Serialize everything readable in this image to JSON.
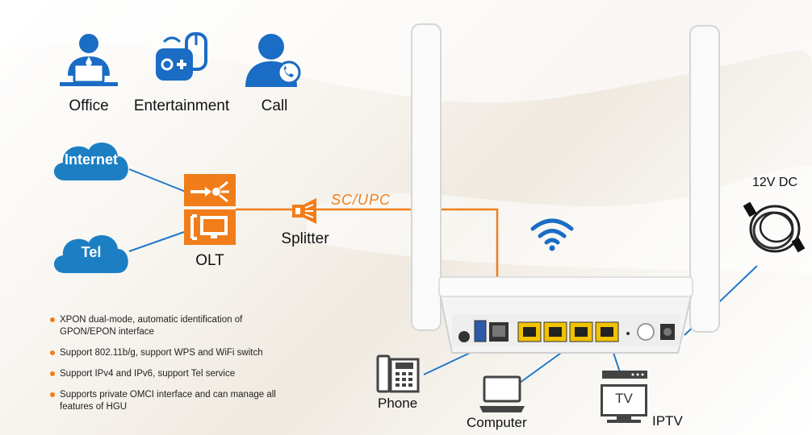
{
  "scenarios": [
    {
      "icon": "office-icon",
      "label": "Office"
    },
    {
      "icon": "gamepad-icon",
      "label": "Entertainment"
    },
    {
      "icon": "call-icon",
      "label": "Call"
    }
  ],
  "clouds": {
    "internet": "Internet",
    "tel": "Tel"
  },
  "olt_label": "OLT",
  "splitter_label": "Splitter",
  "connector_label": "SC/UPC",
  "power_label": "12V DC",
  "devices": {
    "phone": "Phone",
    "computer": "Computer",
    "iptv": "IPTV",
    "tv": "TV"
  },
  "features": [
    "XPON dual-mode, automatic identification of GPON/EPON interface",
    "Support 802.11b/g, support WPS and WiFi switch",
    "Support IPv4 and IPv6, support Tel service",
    "Supports private OMCI interface and can manage all features of HGU"
  ],
  "colors": {
    "accent": "#f07d1a",
    "cloud": "#1c7fc4",
    "icon_blue": "#1a6cc4",
    "line": "#1f78c8"
  }
}
